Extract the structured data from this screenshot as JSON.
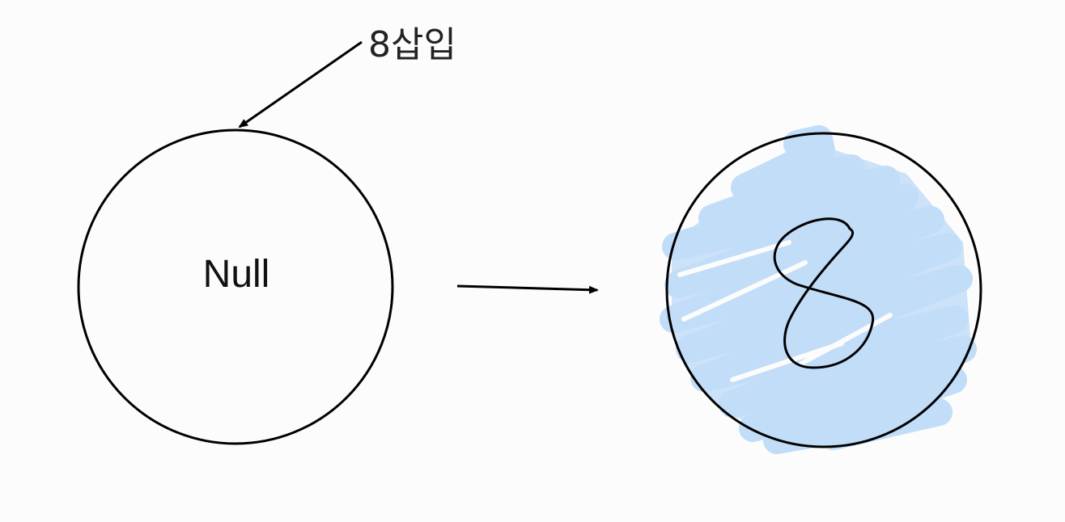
{
  "diagram": {
    "callout": {
      "text": "8삽입"
    },
    "before": {
      "label": "Null"
    },
    "after": {
      "value": "8"
    }
  },
  "colors": {
    "stroke": "#000000",
    "fill_scribble": "#c2ddf8",
    "background": "#fcfcfc"
  }
}
